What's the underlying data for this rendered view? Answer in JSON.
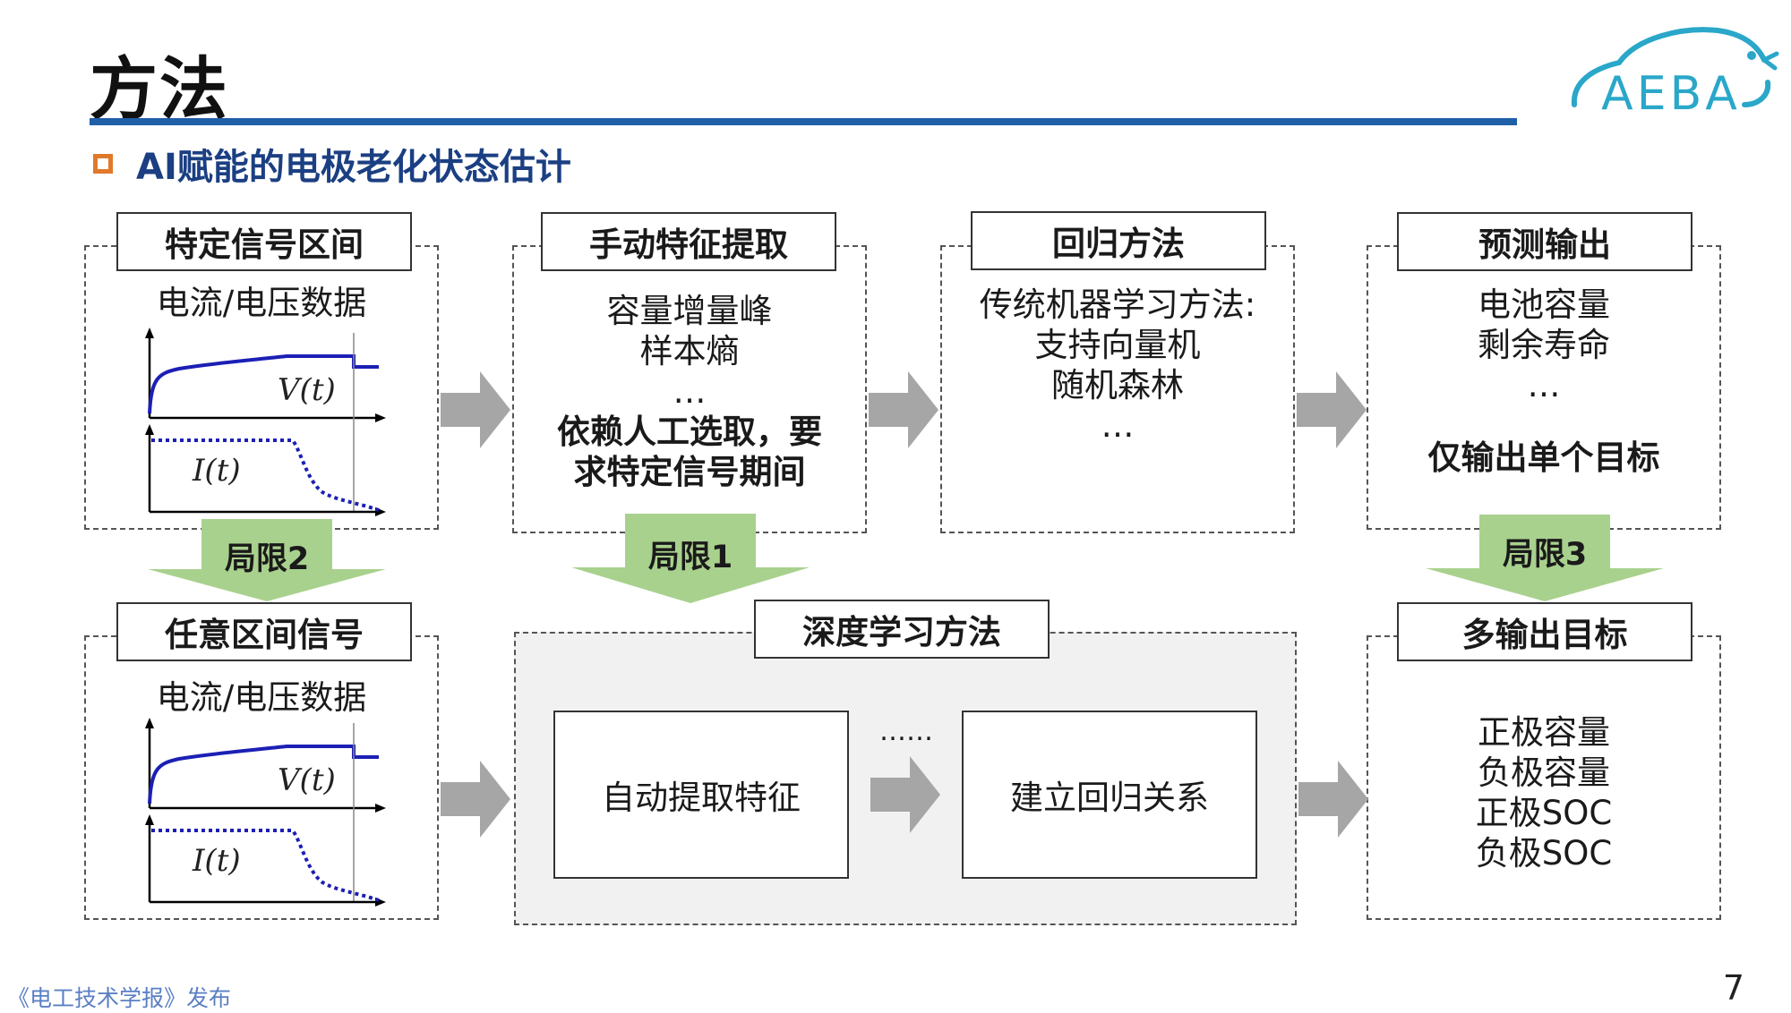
{
  "page": {
    "title": "方法",
    "subtitle": "AI赋能的电极老化状态估计",
    "logo_text": "AEBA",
    "footer": "《电工技术学报》发布",
    "page_number": "7"
  },
  "top_row": [
    {
      "header": "特定信号区间",
      "label": "电流/电压数据",
      "voltage_label": "V(t)",
      "current_label": "I(t)"
    },
    {
      "header": "手动特征提取",
      "lines": [
        "容量增量峰",
        "样本熵",
        "…"
      ],
      "bold_lines": [
        "依赖人工选取，要",
        "求特定信号期间"
      ]
    },
    {
      "header": "回归方法",
      "lines": [
        "传统机器学习方法:",
        "支持向量机",
        "随机森林",
        "…"
      ]
    },
    {
      "header": "预测输出",
      "lines": [
        "电池容量",
        "剩余寿命",
        "…"
      ],
      "bold_lines": [
        "仅输出单个目标"
      ]
    }
  ],
  "limits": [
    "局限2",
    "局限1",
    "局限3"
  ],
  "bottom_row": {
    "signal": {
      "header": "任意区间信号",
      "label": "电流/电压数据",
      "voltage_label": "V(t)",
      "current_label": "I(t)"
    },
    "deep": {
      "header": "深度学习方法",
      "box1": "自动提取特征",
      "dots": "……",
      "box2": "建立回归关系"
    },
    "multi": {
      "header": "多输出目标",
      "lines": [
        "正极容量",
        "负极容量",
        "正极SOC",
        "负极SOC"
      ]
    }
  },
  "colors": {
    "accent_blue": "#1f5fa8",
    "subtitle_blue": "#1b3f82",
    "bullet_orange": "#e07a2a",
    "limit_green": "#a9d18e",
    "arrow_grey": "#a6a6a6",
    "curve_blue": "#1c1fb5"
  }
}
